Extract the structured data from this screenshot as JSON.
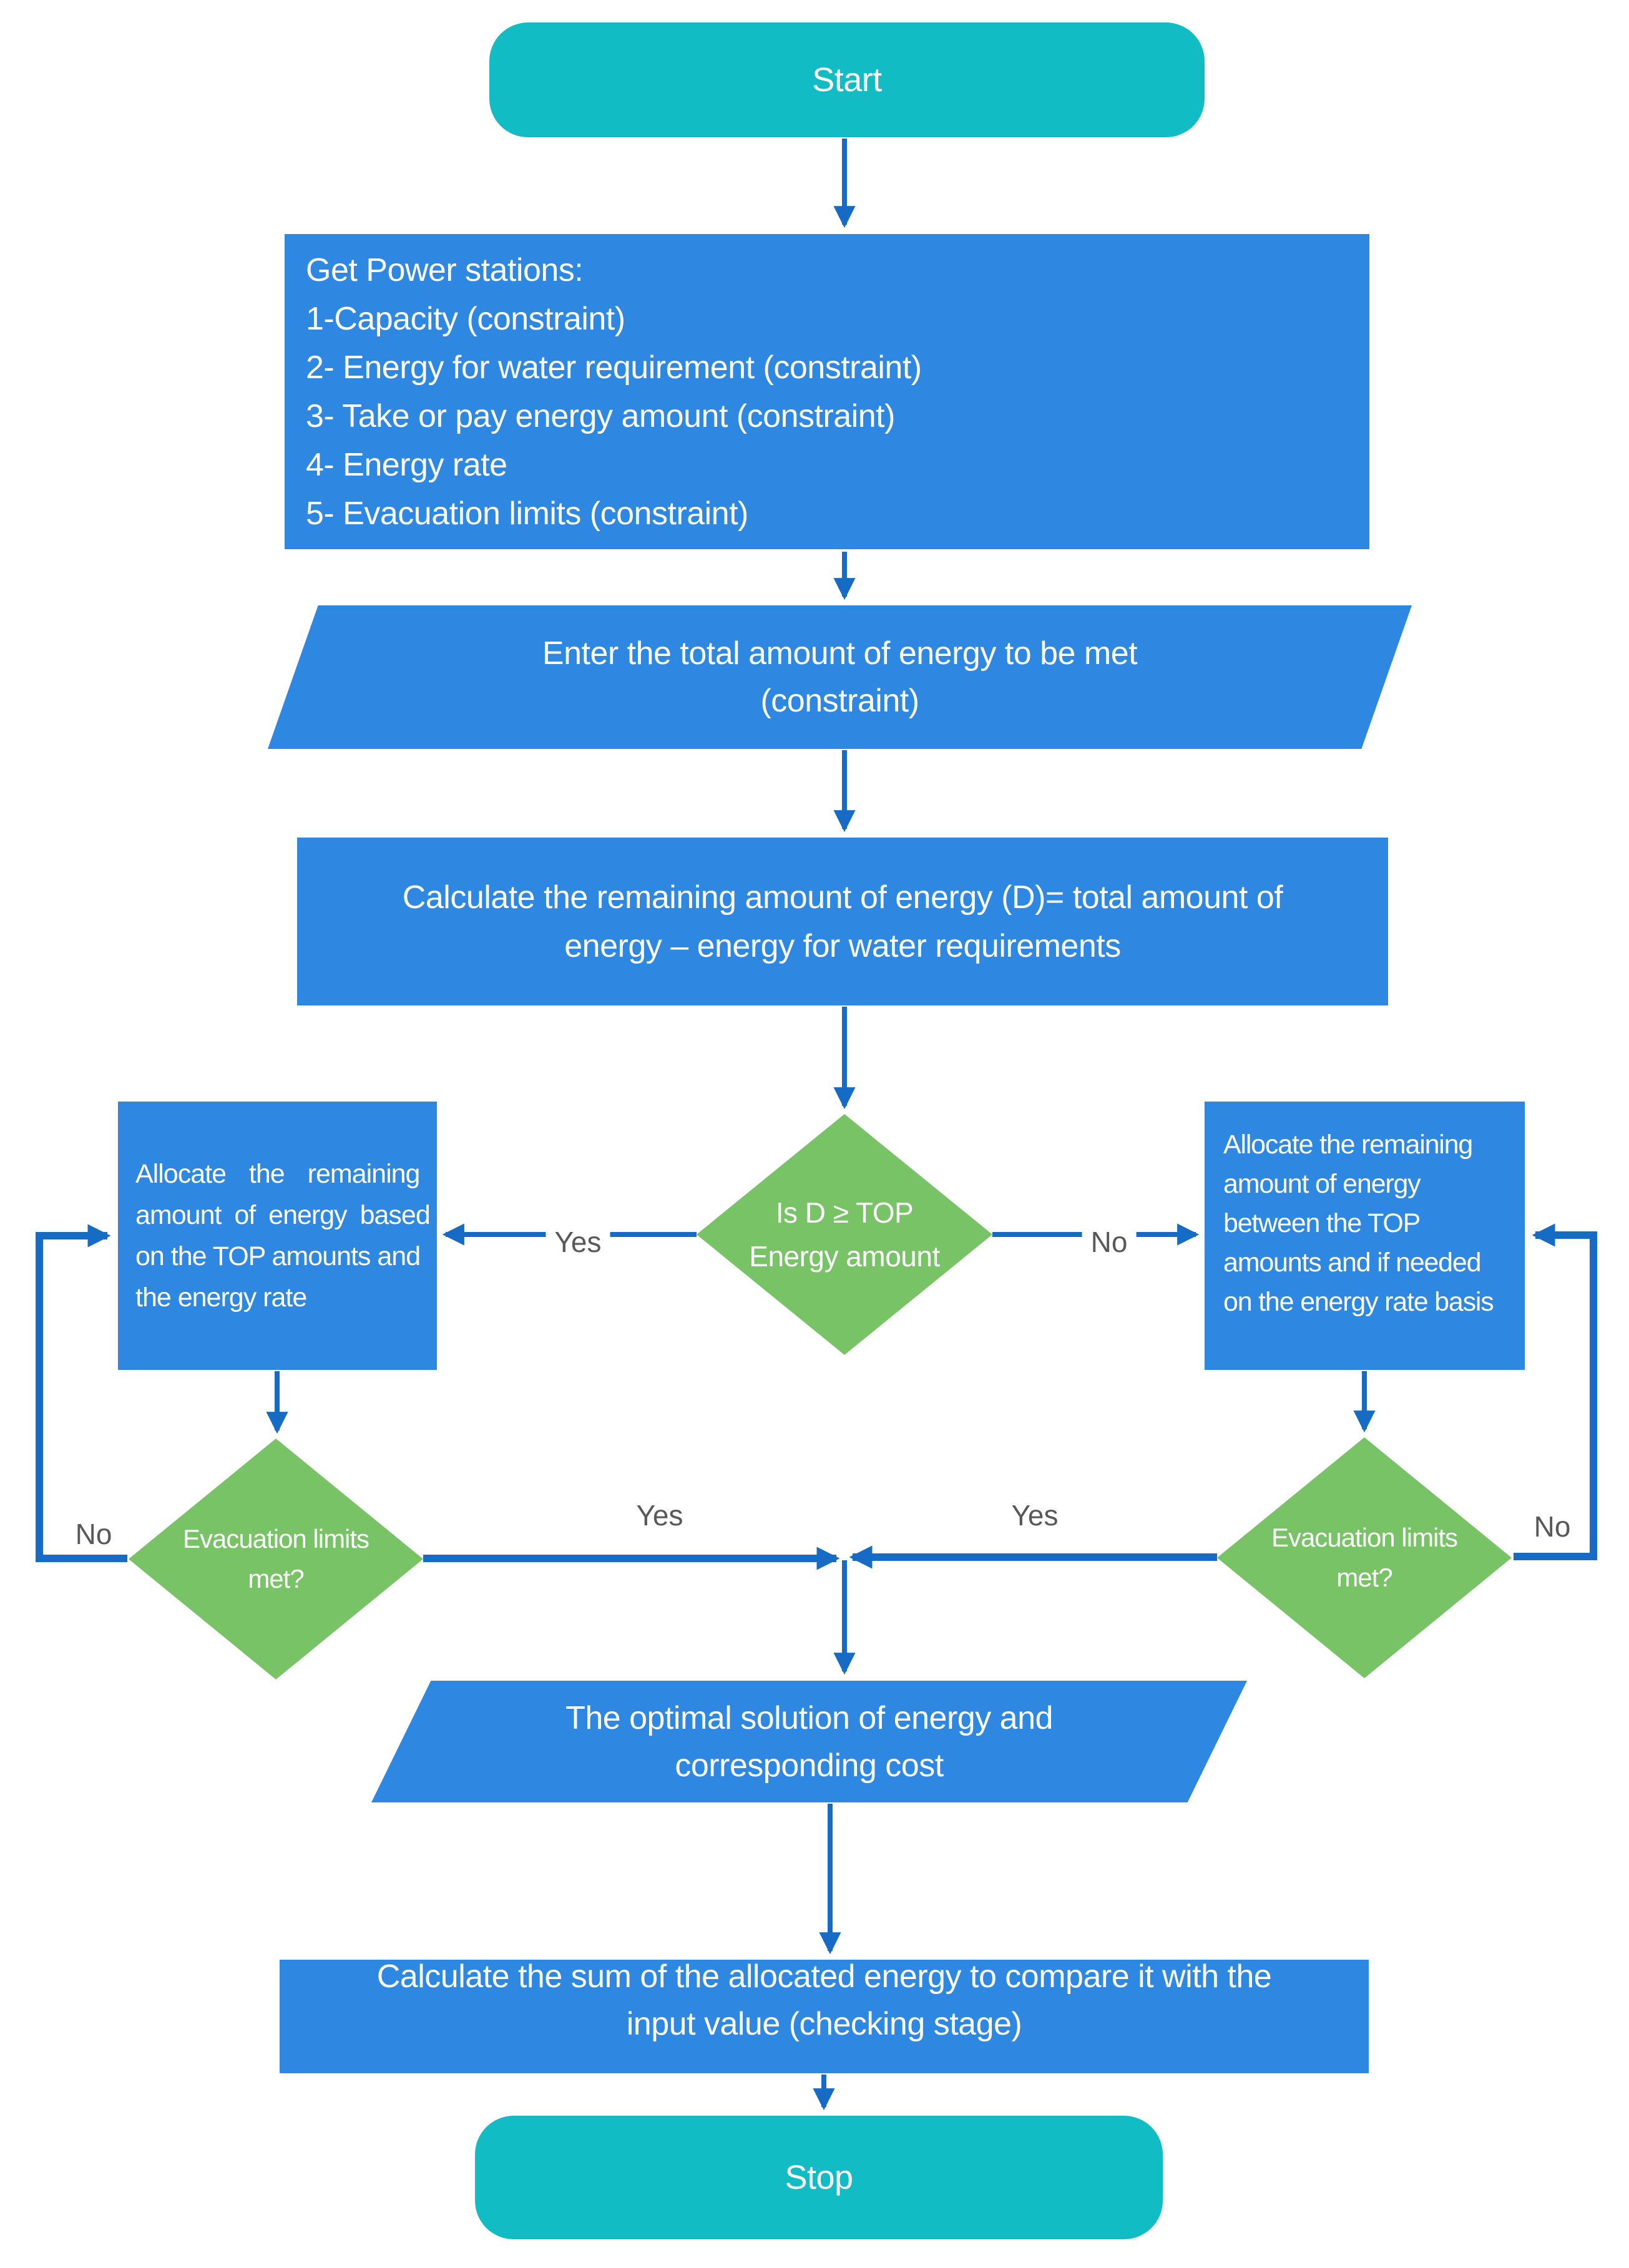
{
  "diagram": {
    "kind": "flowchart",
    "nodes": {
      "start": {
        "type": "terminator",
        "label": "Start"
      },
      "inputs": {
        "type": "process",
        "lines": [
          "Get Power stations:",
          "1-Capacity (constraint)",
          "2- Energy for water requirement (constraint)",
          "3- Take or pay energy amount (constraint)",
          "4- Energy rate",
          "5- Evacuation limits (constraint)"
        ]
      },
      "enter_total": {
        "type": "input-output",
        "lines": [
          "Enter the total amount of energy to be met",
          "(constraint)"
        ]
      },
      "calc_remaining": {
        "type": "process",
        "lines": [
          "Calculate the remaining amount of energy (D)= total amount of",
          "energy – energy for water requirements"
        ]
      },
      "decision_top": {
        "type": "decision",
        "lines": [
          "Is D ≥ TOP",
          "Energy amount"
        ]
      },
      "allocate_left": {
        "type": "process",
        "lines": [
          "Allocate the remaining",
          "amount of energy based",
          "on the TOP amounts and",
          "the energy rate"
        ]
      },
      "allocate_right": {
        "type": "process",
        "lines": [
          "Allocate the remaining",
          "amount of energy",
          "between the TOP",
          "amounts and if needed",
          "on the energy rate basis"
        ]
      },
      "evac_left": {
        "type": "decision",
        "lines": [
          "Evacuation limits",
          "met?"
        ]
      },
      "evac_right": {
        "type": "decision",
        "lines": [
          "Evacuation limits",
          "met?"
        ]
      },
      "optimal": {
        "type": "input-output",
        "lines": [
          "The optimal solution of energy and",
          "corresponding cost"
        ]
      },
      "checking": {
        "type": "process",
        "lines": [
          "Calculate the sum of the allocated energy to compare it with the",
          "input value (checking stage)"
        ]
      },
      "stop": {
        "type": "terminator",
        "label": "Stop"
      }
    },
    "edge_labels": {
      "top_yes": "Yes",
      "top_no": "No",
      "left_yes": "Yes",
      "right_yes": "Yes",
      "left_no": "No",
      "right_no": "No"
    }
  },
  "colors": {
    "process_blue": "#2E87E0",
    "terminator_teal": "#12BCC4",
    "decision_green": "#77C366",
    "connector_blue": "#166CC4",
    "label_gray": "#595959"
  }
}
